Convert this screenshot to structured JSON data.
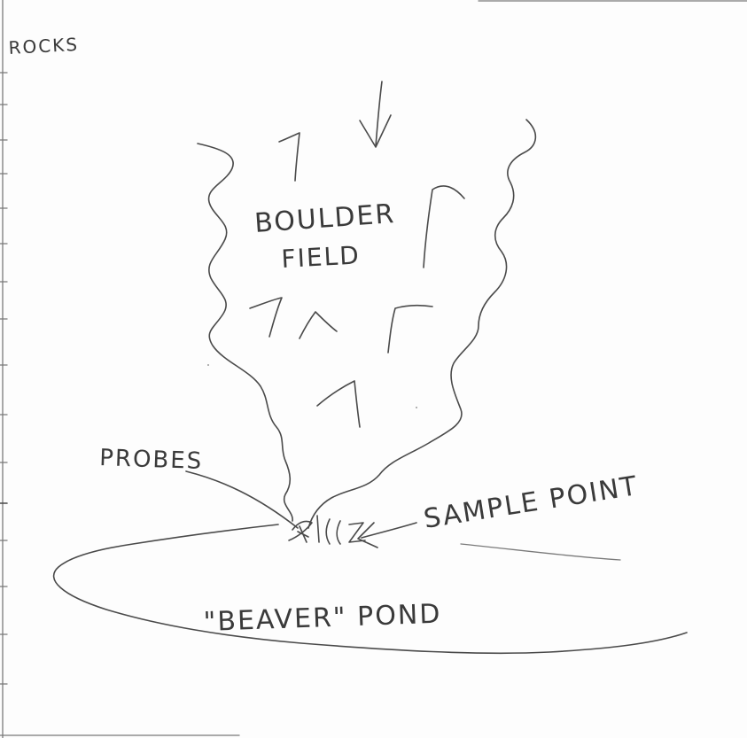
{
  "sketch": {
    "labels": {
      "rocks": "ROCKS",
      "boulder_line1": "BOULDER",
      "boulder_line2": "FIELD",
      "probes": "PROBES",
      "sample_point": "SAMPLE POINT",
      "pond": "\"BEAVER\" POND"
    },
    "ink_color": "#4a4a4a"
  }
}
